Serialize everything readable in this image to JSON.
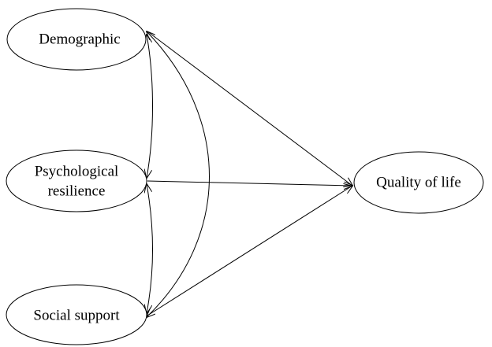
{
  "nodes": {
    "demographic": {
      "label": "Demographic"
    },
    "psychological_resilience": {
      "line1": "Psychological",
      "line2": "resilience"
    },
    "social_support": {
      "label": "Social support"
    },
    "quality_of_life": {
      "label": "Quality of life"
    }
  },
  "edges": [
    {
      "from": "demographic",
      "to": "quality_of_life",
      "type": "directed"
    },
    {
      "from": "psychological_resilience",
      "to": "quality_of_life",
      "type": "directed"
    },
    {
      "from": "social_support",
      "to": "quality_of_life",
      "type": "directed"
    },
    {
      "from": "demographic",
      "to": "psychological_resilience",
      "type": "correlation"
    },
    {
      "from": "psychological_resilience",
      "to": "social_support",
      "type": "correlation"
    },
    {
      "from": "demographic",
      "to": "social_support",
      "type": "correlation"
    }
  ],
  "colors": {
    "stroke": "#000000",
    "background": "#ffffff"
  }
}
